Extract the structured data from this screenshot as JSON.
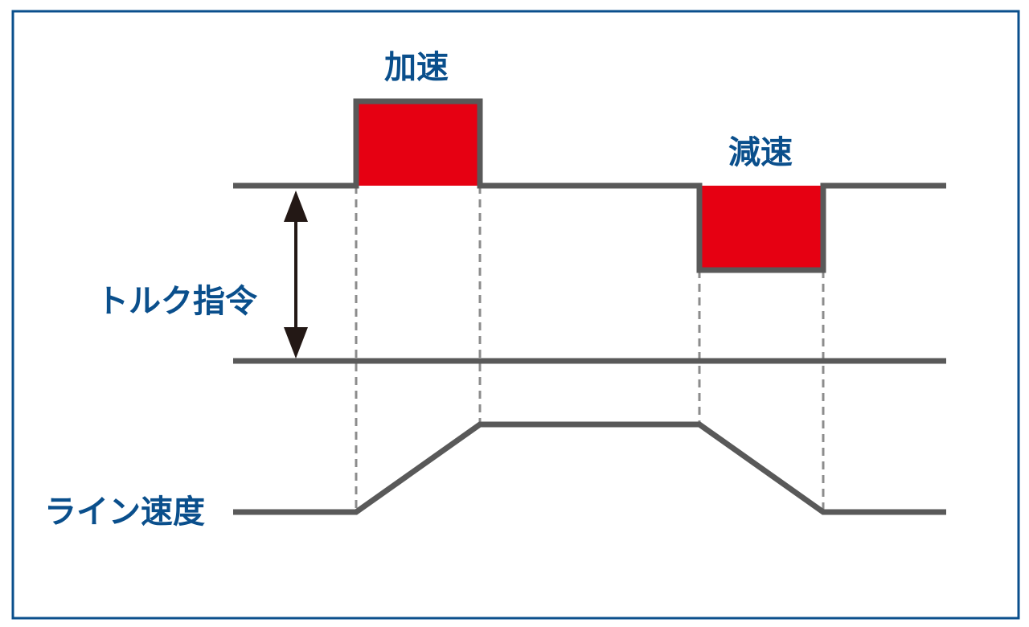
{
  "labels": {
    "acceleration": "加速",
    "deceleration": "減速",
    "torque_command": "トルク指令",
    "line_speed": "ライン速度"
  },
  "colors": {
    "frame": "#0a4f8c",
    "text": "#0a4f8c",
    "signal": "#595959",
    "fill": "#e60012",
    "guide": "#8c8c8c",
    "arrow": "#231815"
  }
}
